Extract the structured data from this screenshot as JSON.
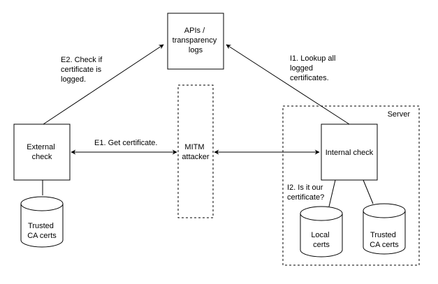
{
  "nodes": {
    "apis": [
      "APIs /",
      "transparency",
      "logs"
    ],
    "external_check": [
      "External",
      "check"
    ],
    "mitm": [
      "MITM",
      "attacker"
    ],
    "internal_check": [
      "Internal check"
    ],
    "trusted_ca_left": [
      "Trusted",
      "CA certs"
    ],
    "local_certs": [
      "Local",
      "certs"
    ],
    "trusted_ca_right": [
      "Trusted",
      "CA certs"
    ]
  },
  "group": {
    "server_label": "Server"
  },
  "edges": {
    "e1": [
      "E1. Get certificate."
    ],
    "e2": [
      "E2. Check if",
      "certificate is",
      "logged."
    ],
    "i1": [
      "I1. Lookup all",
      "logged",
      "certificates."
    ],
    "i2": [
      "I2. Is it our",
      "certificate?"
    ]
  }
}
